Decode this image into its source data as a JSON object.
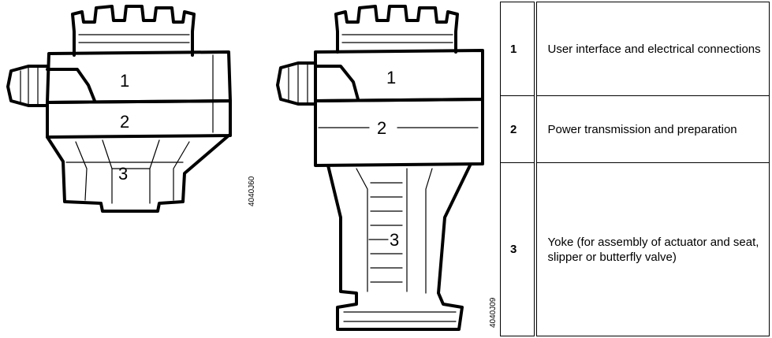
{
  "figure": {
    "actuator_small": {
      "part_labels": [
        "1",
        "2",
        "3"
      ],
      "drawing_code": "4040J60"
    },
    "actuator_large": {
      "part_labels": [
        "1",
        "2",
        "3"
      ],
      "drawing_code": "4040J09"
    }
  },
  "legend": {
    "rows": [
      {
        "number": "1",
        "description": "User interface and electrical connections"
      },
      {
        "number": "2",
        "description": "Power transmission and preparation"
      },
      {
        "number": "3",
        "description": "Yoke (for assembly of actuator and seat, slipper or butterfly valve)"
      }
    ]
  },
  "colors": {
    "line": "#000000",
    "background": "#ffffff"
  }
}
